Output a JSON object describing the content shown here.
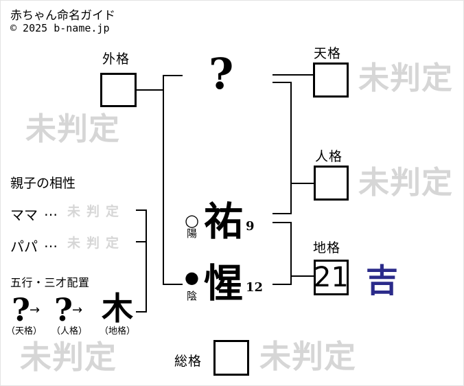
{
  "header": {
    "title": "赤ちゃん命名ガイド",
    "copyright": "© 2025 b-name.jp"
  },
  "name": {
    "surname_placeholder": "?",
    "chars": [
      {
        "char": "祐",
        "strokes": "9"
      },
      {
        "char": "惺",
        "strokes": "12"
      }
    ],
    "inyo": [
      {
        "symbol": "○",
        "label": "陽"
      },
      {
        "symbol": "●",
        "label": "陰"
      }
    ]
  },
  "kaku": {
    "gaikaku": {
      "label": "外格",
      "value": "",
      "result": "未判定"
    },
    "tenkaku": {
      "label": "天格",
      "value": "",
      "result": "未判定"
    },
    "jinkaku": {
      "label": "人格",
      "value": "",
      "result": "未判定"
    },
    "chikaku": {
      "label": "地格",
      "value": "21",
      "result": "吉"
    },
    "soukaku": {
      "label": "総格",
      "value": "",
      "result": "未判定"
    }
  },
  "aisho": {
    "title": "親子の相性",
    "rows": [
      {
        "label": "ママ",
        "separator": "…",
        "result": "未判定"
      },
      {
        "label": "パパ",
        "separator": "…",
        "result": "未判定"
      }
    ]
  },
  "sansai": {
    "title": "五行・三才配置",
    "arrow": "→",
    "sequence": [
      {
        "element": "?",
        "label": "（天格）"
      },
      {
        "element": "?",
        "label": "（人格）"
      },
      {
        "element": "木",
        "label": "（地格）"
      }
    ]
  },
  "watermarks": {
    "bottom_left": "未判定"
  },
  "colors": {
    "result_good": "#2b2b8a",
    "watermark_gray": "#d6d6d6",
    "line": "#000000"
  }
}
